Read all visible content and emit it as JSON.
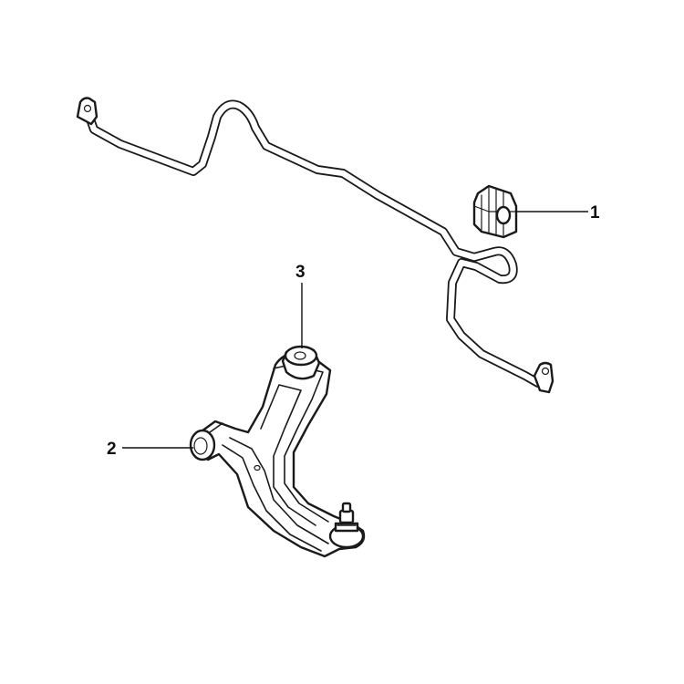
{
  "diagram": {
    "callouts": [
      {
        "id": "1",
        "label": "1",
        "part": "stabilizer-bar-bushing"
      },
      {
        "id": "2",
        "label": "2",
        "part": "control-arm-front-bushing"
      },
      {
        "id": "3",
        "label": "3",
        "part": "control-arm-rear-bushing"
      }
    ]
  },
  "colors": {
    "line": "#1a1a1a",
    "background": "#ffffff"
  }
}
